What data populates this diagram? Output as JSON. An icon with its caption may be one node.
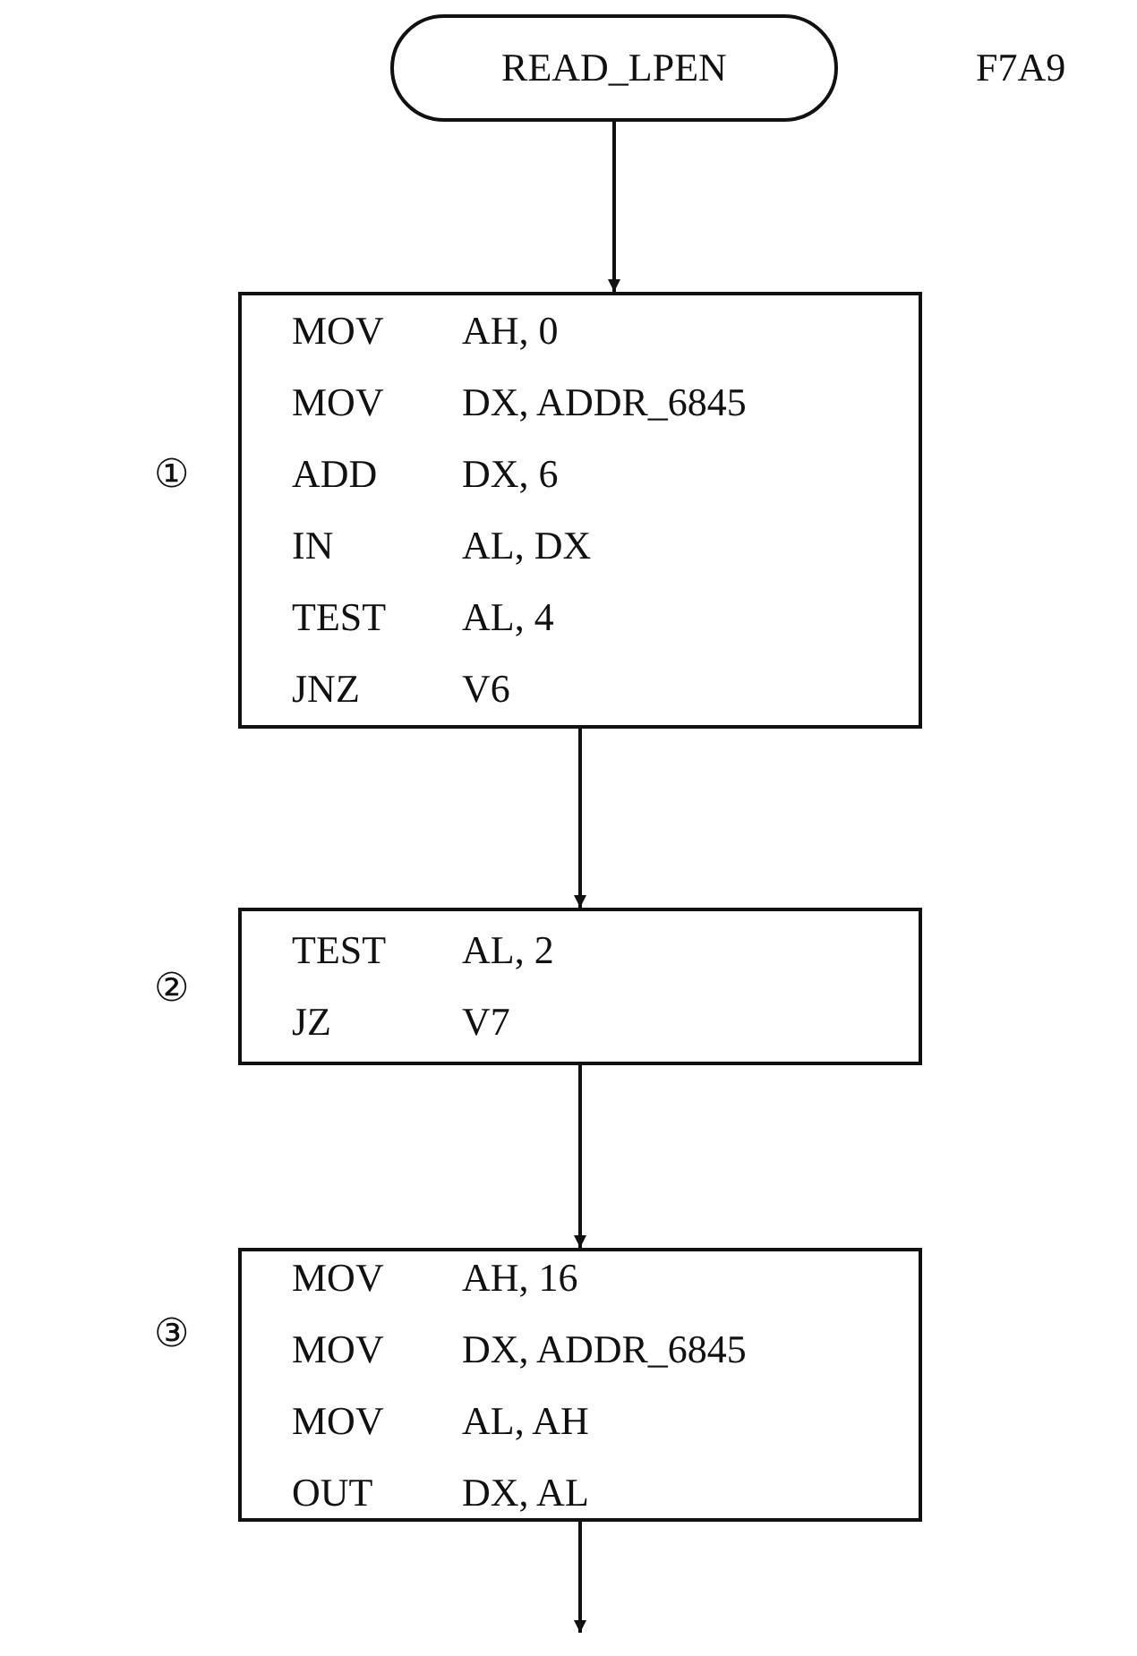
{
  "diagram": {
    "nodes": [
      {
        "text": [
          "READ_LPEN"
        ]
      },
      {
        "text": [
          "MOV",
          "AH, 0",
          "MOV",
          "DX, ADDR_6845",
          "ADD",
          "DX, 6",
          "IN",
          "AL, DX",
          "TEST",
          "AL, 4",
          "JNZ",
          "V6"
        ]
      },
      {
        "text": [
          "TEST",
          "AL, 2",
          "JZ",
          "V7"
        ]
      },
      {
        "text": [
          "MOV",
          "AH, 16",
          "MOV",
          "DX, ADDR_6845",
          "MOV",
          "AL, AH",
          "OUT",
          "DX, AL"
        ]
      }
    ],
    "edges": [
      {
        "from": 0,
        "to": 1,
        "arrow": "to"
      },
      {
        "from": 1,
        "to": 2,
        "arrow": "to"
      },
      {
        "from": 2,
        "to": 3,
        "arrow": "to"
      },
      {
        "from": 3,
        "to": null,
        "arrow": "to"
      }
    ],
    "labels": [
      "F7A9",
      "①",
      "②",
      "③"
    ]
  }
}
